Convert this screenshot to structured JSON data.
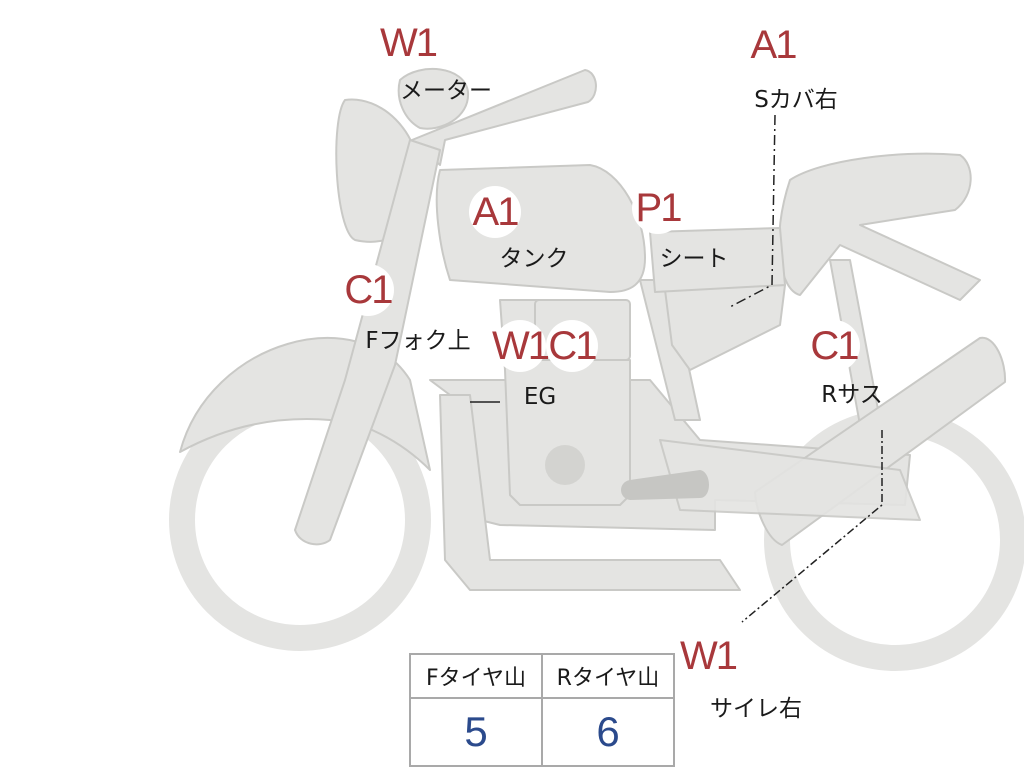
{
  "colors": {
    "bike_fill": "#e4e4e2",
    "bike_outline": "#c9c9c6",
    "marker_text": "#a8383b",
    "tread_value": "#2b4a8c",
    "table_border": "#a9a9a9"
  },
  "markers": [
    {
      "code": "W1",
      "label": "メーター"
    },
    {
      "code": "A1",
      "label": "Sカバ右"
    },
    {
      "code": "A1",
      "label": "タンク"
    },
    {
      "code": "P1",
      "label": "シート"
    },
    {
      "code": "C1",
      "label": "Fフォク上"
    },
    {
      "code": "W1",
      "label": "EG"
    },
    {
      "code": "C1",
      "label": ""
    },
    {
      "code": "C1",
      "label": "Rサス"
    },
    {
      "code": "W1",
      "label": "サイレ右"
    }
  ],
  "tread_table": {
    "front": {
      "header": "Fタイヤ山",
      "value": "5"
    },
    "rear": {
      "header": "Rタイヤ山",
      "value": "6"
    }
  }
}
